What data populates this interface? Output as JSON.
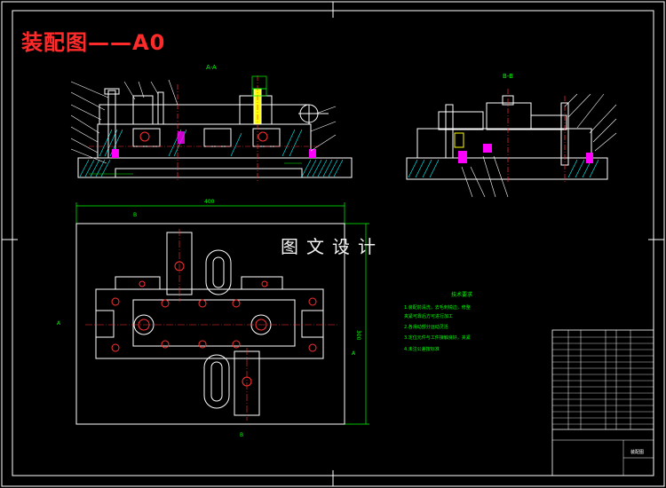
{
  "title": "装配图——A0",
  "watermark": "图文设计",
  "colors": {
    "background": "#000000",
    "frame": "#ffffff",
    "outline": "#ffffff",
    "dimension": "#00ff00",
    "title_text": "#ff2a2a",
    "hatch": "#00ffff",
    "center_line": "#ff3030",
    "part_fill_magenta": "#ff00ff",
    "part_fill_yellow": "#ffff00"
  },
  "views": {
    "section_a": {
      "label": "A-A"
    },
    "section_b": {
      "label": "B-B"
    }
  },
  "plan_view": {
    "width_dim": "400",
    "height_dim": "300",
    "section_marks": [
      "B",
      "A",
      "A",
      "B"
    ]
  },
  "tech_requirements": {
    "heading": "技术要求",
    "items": [
      "1.装配前清洗，去毛刺锐边，修整",
      "夹紧可靠后方可进行加工",
      "2.各滑动部分运动灵活",
      "3.定位元件与工件接触良好，夹紧",
      "4.未注公差按标准"
    ]
  },
  "title_block": {
    "drawing_name": "装配图"
  }
}
